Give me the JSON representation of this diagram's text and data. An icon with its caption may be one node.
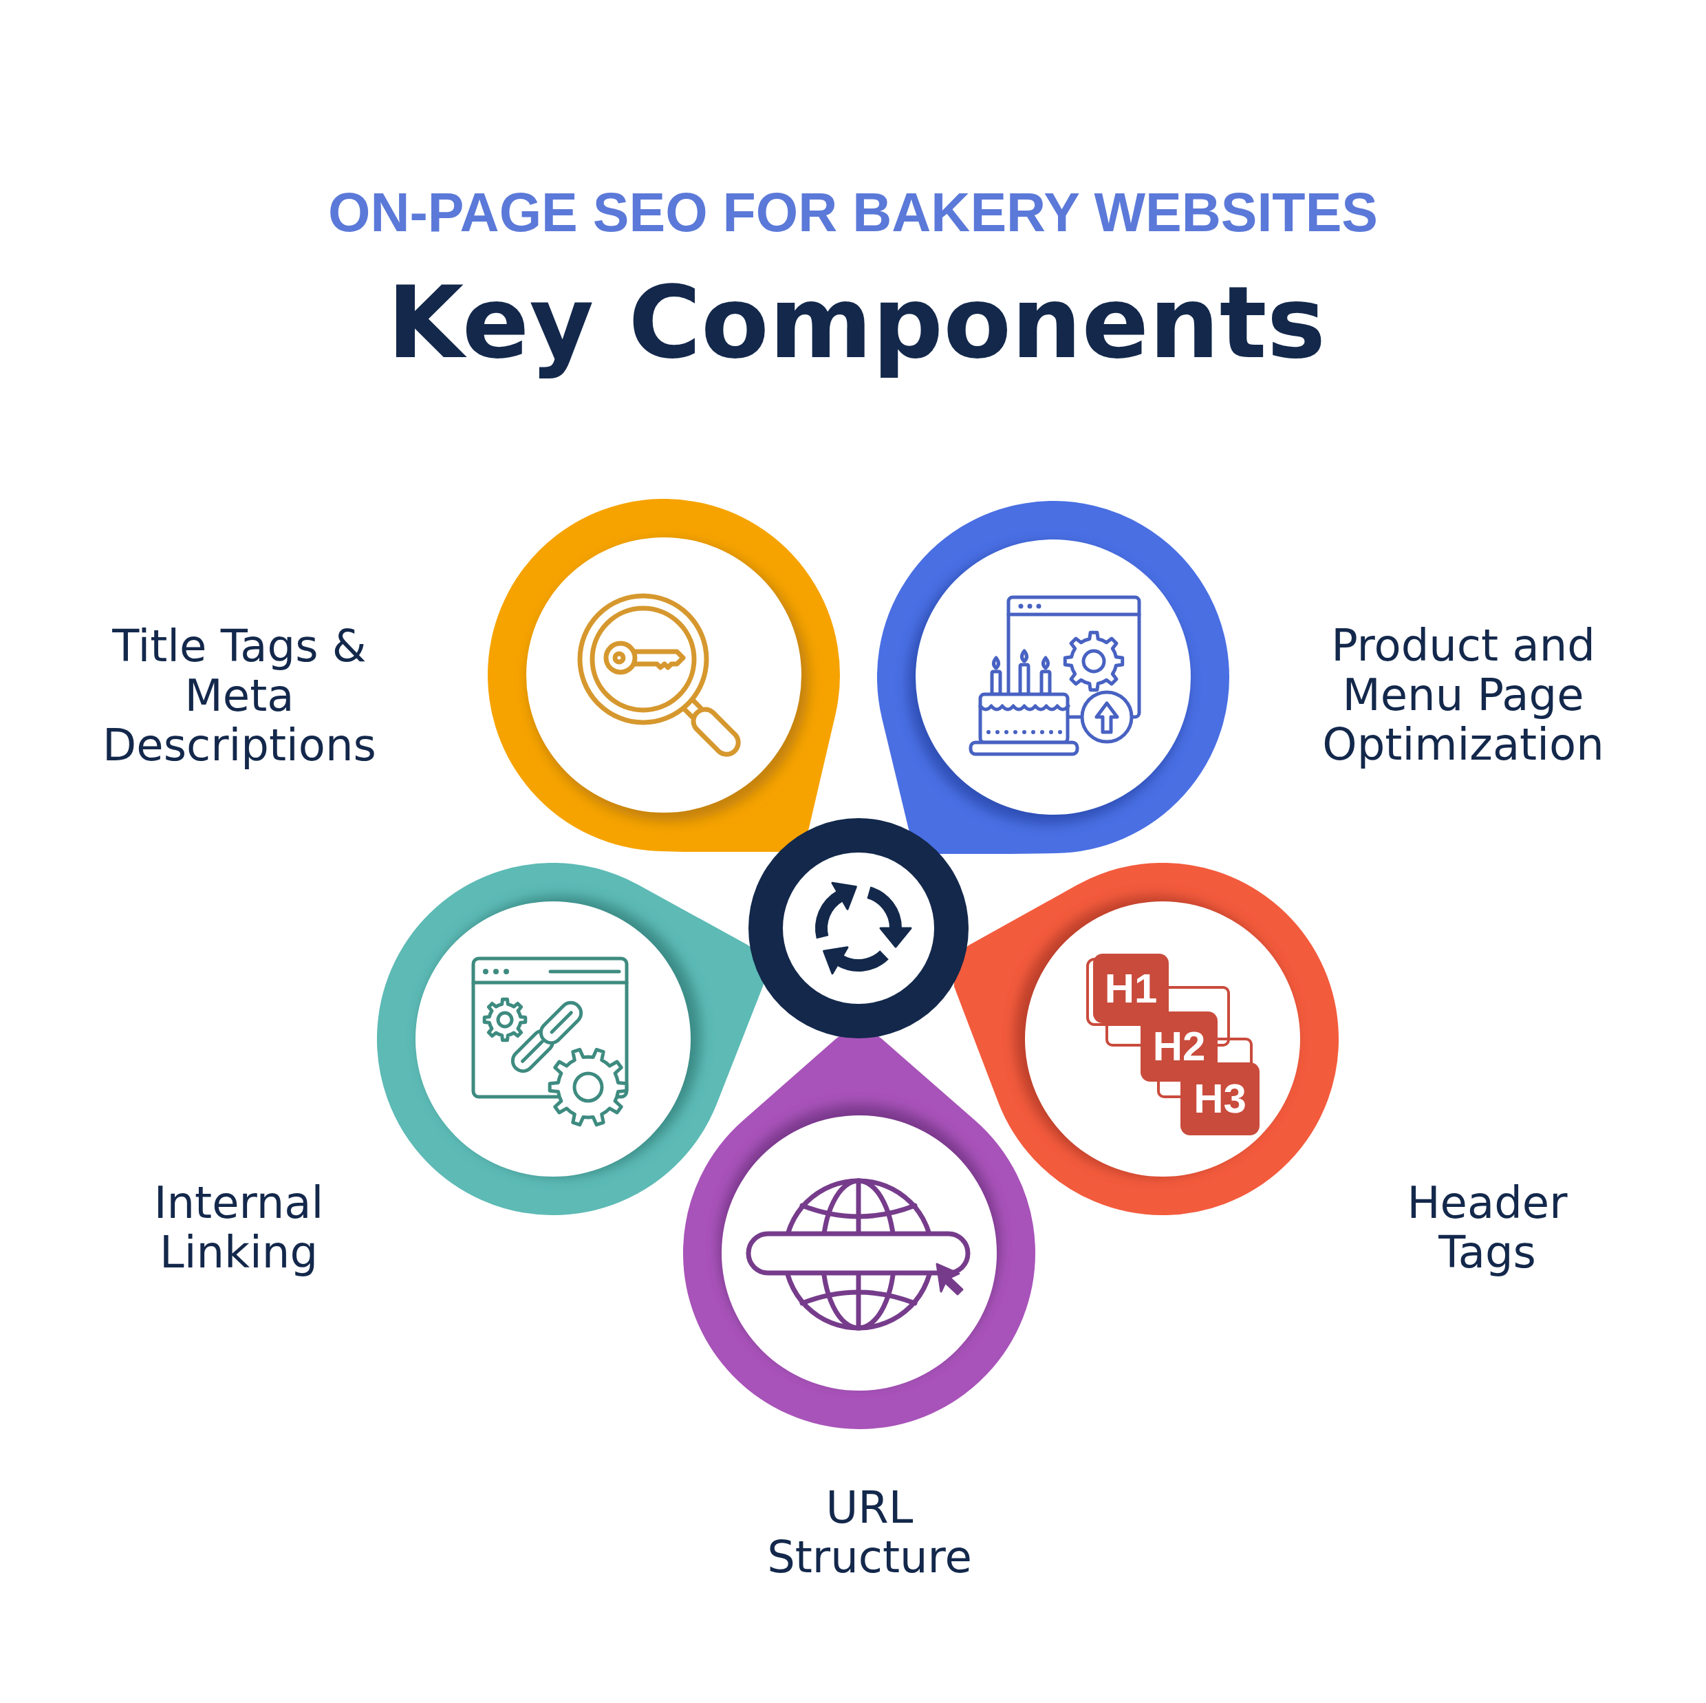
{
  "diagram": {
    "title": "Key Components",
    "nodes": [
      {
        "text": [],
        "shape": "circle",
        "beside": [
          "Title Tags & Meta Descriptions"
        ]
      },
      {
        "text": [],
        "shape": "circle",
        "beside": [
          "Product and Menu Page Optimization"
        ]
      },
      {
        "text": [],
        "shape": "circle"
      },
      {
        "text": [],
        "shape": "circle",
        "beside": [
          "Internal Linking"
        ]
      },
      {
        "text": [],
        "shape": "circle",
        "beside": [
          "Header Tags"
        ]
      },
      {
        "text": [],
        "shape": "circle",
        "beside": [
          "URL Structure"
        ]
      }
    ],
    "labels": [
      "ON-PAGE SEO FOR BAKERY WEBSITES",
      "H1",
      "H2",
      "H3"
    ]
  }
}
